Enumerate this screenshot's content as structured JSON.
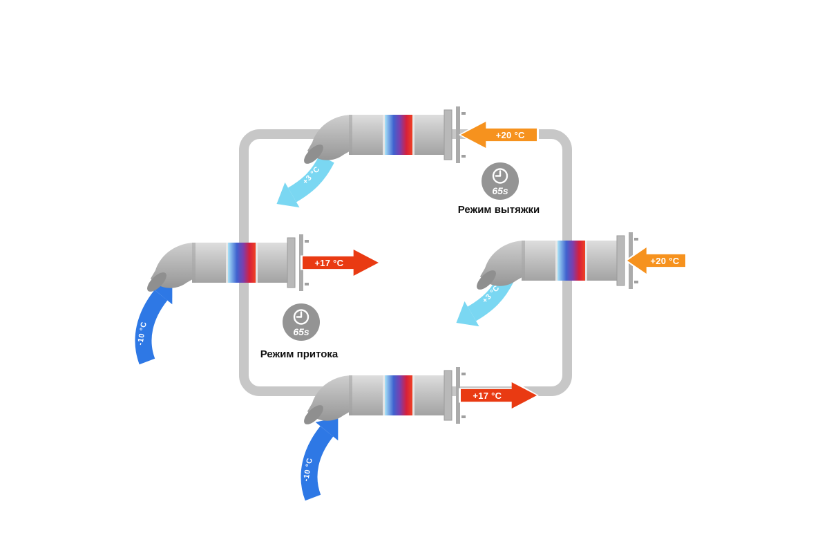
{
  "modes": {
    "exhaust": {
      "label": "Режим вытяжки",
      "timer": "65s"
    },
    "supply": {
      "label": "Режим притока",
      "timer": "65s"
    }
  },
  "flows": {
    "exhaust_top": {
      "in": "+20 °C",
      "out": "+3 °C"
    },
    "exhaust_right": {
      "in": "+20 °C",
      "out": "+3 °C"
    },
    "supply_left": {
      "in": "-10 °C",
      "out": "+17 °C"
    },
    "supply_bottom": {
      "in": "-10 °C",
      "out": "+17 °C"
    }
  },
  "colors": {
    "warm_inflow": "#f6921e",
    "warm_outflow": "#e93a12",
    "cool_outflow": "#7ad7f2",
    "cold_inflow": "#2e78e5",
    "loop": "#c7c7c7",
    "clock": "#949494",
    "core_cold": "#a8e4f8",
    "core_hot": "#ef4123",
    "label_text": "#111111"
  }
}
